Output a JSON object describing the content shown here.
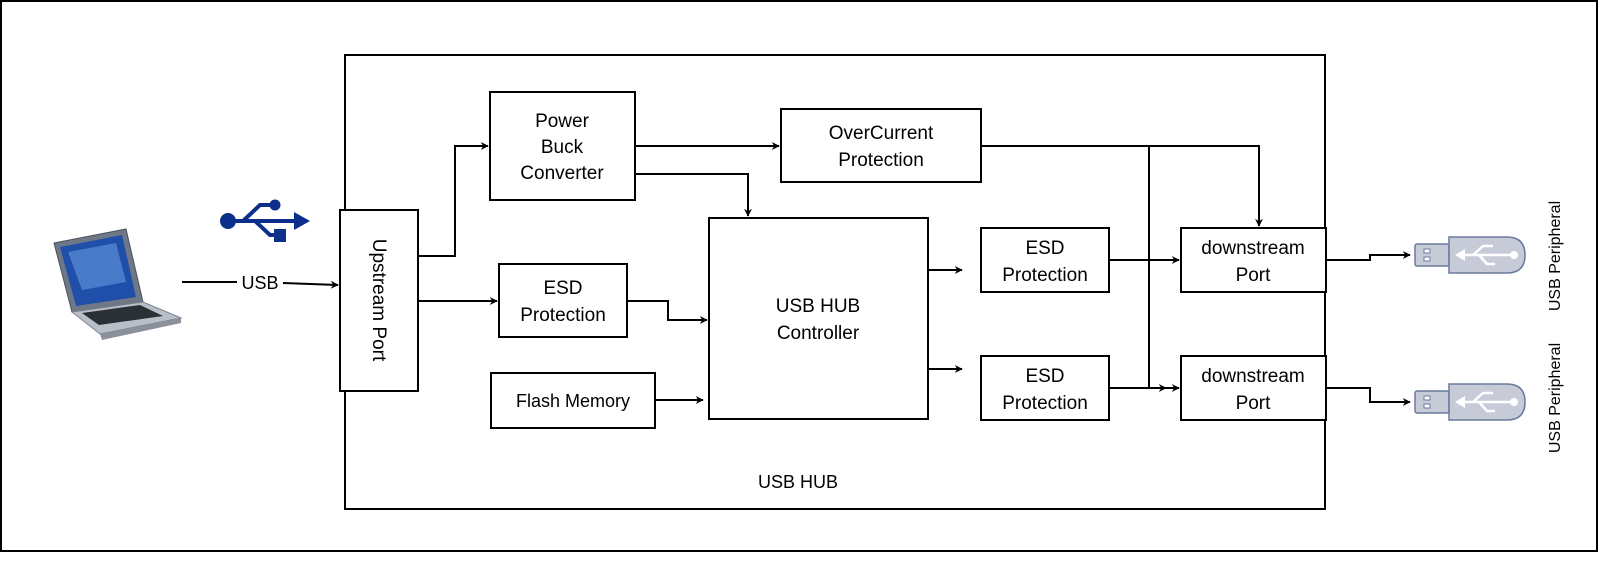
{
  "usb_link_label": "USB",
  "upstream_port": "Upstream Port",
  "power_buck": [
    "Power",
    "Buck",
    "Converter"
  ],
  "overcurrent": [
    "OverCurrent",
    "Protection"
  ],
  "esd_in": [
    "ESD",
    "Protection"
  ],
  "flash_memory": "Flash Memory",
  "hub_controller": [
    "USB HUB",
    "Controller"
  ],
  "esd_out_1": [
    "ESD",
    "Protection"
  ],
  "esd_out_2": [
    "ESD",
    "Protection"
  ],
  "downstream_1": [
    "downstream",
    "Port"
  ],
  "downstream_2": [
    "downstream",
    "Port"
  ],
  "hub_label": "USB HUB",
  "peripheral_1": "USB Peripheral",
  "peripheral_2": "USB Peripheral",
  "colors": {
    "usb_logo": "#0d2f8c",
    "usb_drive_fill": "#c7cbd8",
    "usb_drive_stroke": "#6a7a9e"
  }
}
